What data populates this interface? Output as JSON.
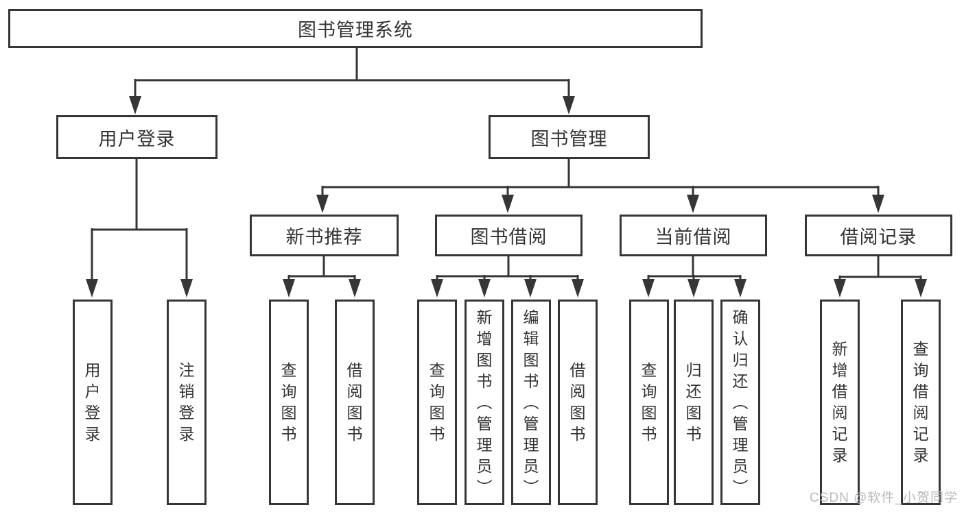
{
  "diagram": {
    "root": {
      "label": "图书管理系统"
    },
    "level2": [
      {
        "label": "用户登录"
      },
      {
        "label": "图书管理"
      }
    ],
    "level3": [
      {
        "label": "新书推荐"
      },
      {
        "label": "图书借阅"
      },
      {
        "label": "当前借阅"
      },
      {
        "label": "借阅记录"
      }
    ],
    "leaves": {
      "user_login": [
        {
          "label": "用户登录"
        },
        {
          "label": "注销登录"
        }
      ],
      "new_book_recommend": [
        {
          "label": "查询图书"
        },
        {
          "label": "借阅图书"
        }
      ],
      "book_borrow": [
        {
          "label": "查询图书"
        },
        {
          "label": "新增图书（管理员）"
        },
        {
          "label": "编辑图书（管理员）"
        },
        {
          "label": "借阅图书"
        }
      ],
      "current_borrow": [
        {
          "label": "查询图书"
        },
        {
          "label": "归还图书"
        },
        {
          "label": "确认归还（管理员）"
        }
      ],
      "borrow_record": [
        {
          "label": "新增借阅记录"
        },
        {
          "label": "查询借阅记录"
        }
      ]
    },
    "watermark": "CSDN @软件_小贺同学",
    "colors": {
      "line": "#363636",
      "text": "#333333",
      "background": "#ffffff",
      "watermark": "#b9b9be"
    }
  }
}
